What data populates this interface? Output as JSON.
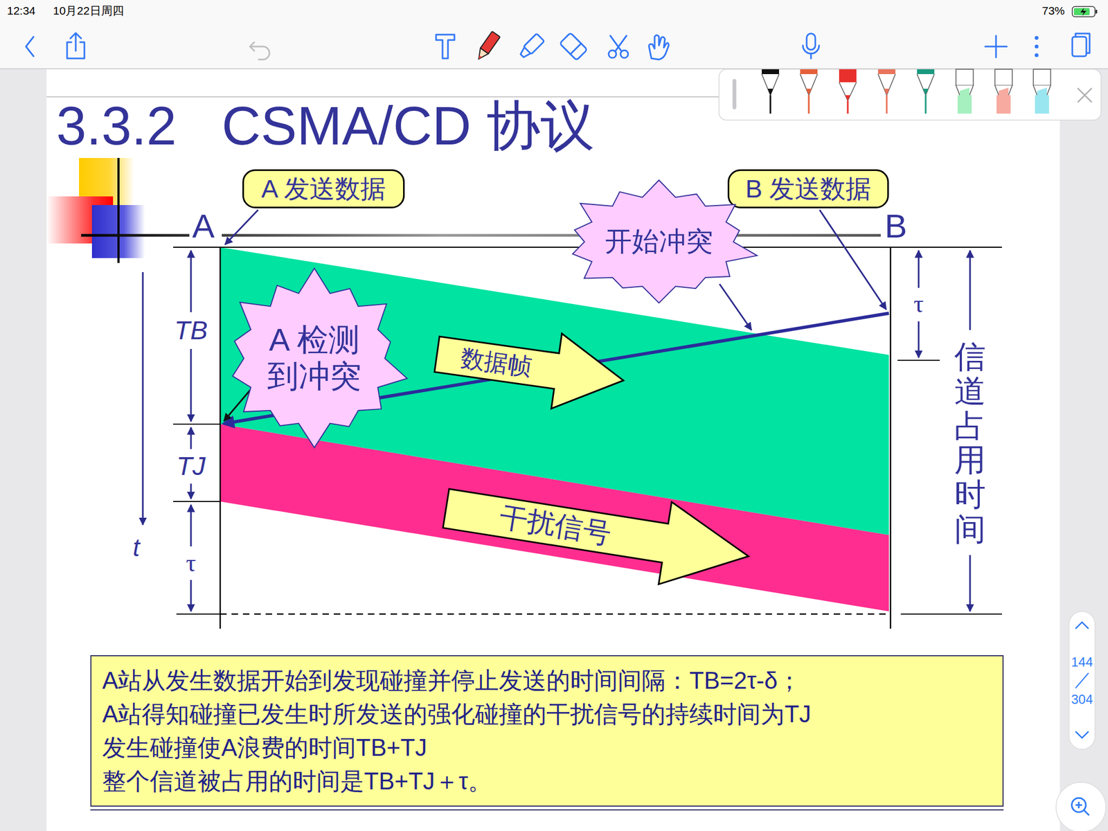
{
  "diagram": {
    "title": "3.3.2   CSMA/CD 协议",
    "nodes": [
      {
        "text": [
          "A 发送数据"
        ]
      },
      {
        "text": [
          "B 发送数据"
        ]
      },
      {
        "text": [
          "开始冲突"
        ]
      },
      {
        "text": [
          "A 检测 到冲突"
        ]
      },
      {
        "text": [
          "数据帧"
        ]
      },
      {
        "text": [
          "干扰信号"
        ]
      },
      {
        "text": [
          "A站从发生数据开始到发现碰撞并停止发送的时间间隔：TB=2τ-δ；",
          "A站得知碰撞已发生时所发送的强化碰撞的干扰信号的持续时间为TJ",
          "发生碰撞使A浪费的时间TB+TJ",
          "整个信道被占用的时间是TB+TJ＋τ。"
        ]
      }
    ],
    "labels": [
      "12:34",
      "10月22日周四",
      "73%",
      "A",
      "B",
      "τ",
      "信道占用时间",
      "TB",
      "TJ",
      "t",
      "τ",
      "144",
      "304"
    ]
  }
}
